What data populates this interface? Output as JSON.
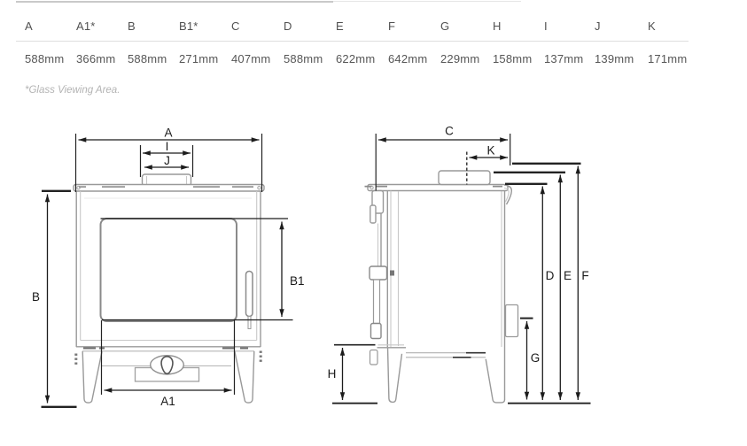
{
  "dimensions_table": {
    "columns": [
      {
        "label": "A",
        "value": "588mm"
      },
      {
        "label": "A1*",
        "value": "366mm"
      },
      {
        "label": "B",
        "value": "588mm"
      },
      {
        "label": "B1*",
        "value": "271mm"
      },
      {
        "label": "C",
        "value": "407mm"
      },
      {
        "label": "D",
        "value": "588mm"
      },
      {
        "label": "E",
        "value": "622mm"
      },
      {
        "label": "F",
        "value": "642mm"
      },
      {
        "label": "G",
        "value": "229mm"
      },
      {
        "label": "H",
        "value": "158mm"
      },
      {
        "label": "I",
        "value": "137mm"
      },
      {
        "label": "J",
        "value": "139mm"
      },
      {
        "label": "K",
        "value": "171mm"
      }
    ],
    "footnote": "*Glass Viewing Area."
  },
  "diagram": {
    "front_view_labels": {
      "A": "A",
      "I": "I",
      "J": "J",
      "B": "B",
      "B1": "B1",
      "A1": "A1"
    },
    "side_view_labels": {
      "C": "C",
      "K": "K",
      "D": "D",
      "E": "E",
      "F": "F",
      "G": "G",
      "H": "H"
    }
  },
  "colors": {
    "dimension_line": "#1c1c1c",
    "stove_outline": "#999999",
    "table_text": "#515151",
    "footnote_text": "#b3b3b3",
    "divider": "#dedede"
  }
}
